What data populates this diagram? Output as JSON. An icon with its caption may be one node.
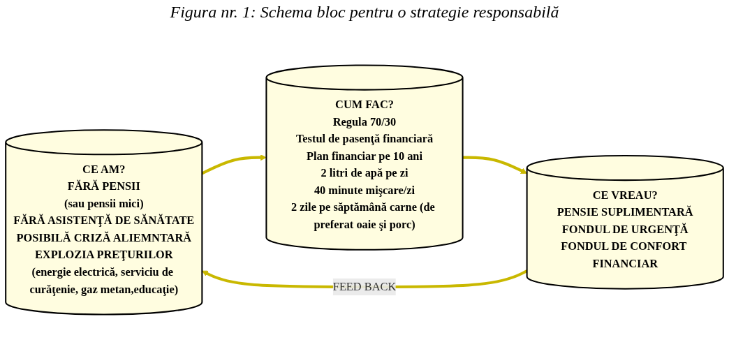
{
  "diagram": {
    "title": "Figura nr. 1: Schema bloc pentru o strategie responsabilă",
    "nodes": [
      {
        "text": [
          "CE AM?",
          "FĂRĂ PENSII",
          "(sau pensii mici)",
          "FĂRĂ ASISTENŢĂ DE SĂNĂTATE",
          "POSIBILĂ CRIZĂ ALIEMNTARĂ",
          "EXPLOZIA PREŢURILOR",
          "(energie electrică, serviciu de curăţenie, gaz metan,educaţie)"
        ]
      },
      {
        "text": [
          "CUM FAC?",
          "Regula 70/30",
          "Testul de pasenţă financiară",
          "Plan financiar pe 10 ani",
          "2 litri de apă pe zi",
          "40 minute mişcare/zi",
          "2 zile pe săptămână carne (de preferat oaie şi porc)"
        ]
      },
      {
        "text": [
          "CE VREAU?",
          "PENSIE SUPLIMENTARĂ",
          "FONDUL DE URGENŢĂ",
          "FONDUL DE CONFORT FINANCIAR"
        ]
      }
    ],
    "edges": [
      {
        "from": 0,
        "to": 1,
        "arrow": "to"
      },
      {
        "from": 1,
        "to": 2,
        "arrow": "to"
      },
      {
        "from": 2,
        "to": 0,
        "arrow": "to",
        "label": "FEED BACK"
      }
    ]
  }
}
